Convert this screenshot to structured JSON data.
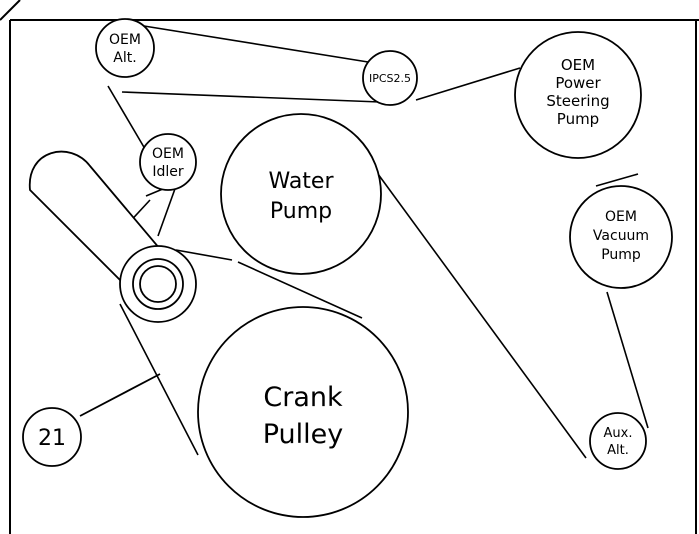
{
  "labels": {
    "oem_alt": [
      "OEM",
      "Alt."
    ],
    "ipcs": "IPCS2.5",
    "power_steering": [
      "OEM",
      "Power",
      "Steering",
      "Pump"
    ],
    "oem_idler": [
      "OEM",
      "Idler"
    ],
    "water_pump": [
      "Water",
      "Pump"
    ],
    "vacuum_pump": [
      "OEM",
      "Vacuum",
      "Pump"
    ],
    "crank_pulley": [
      "Crank",
      "Pulley"
    ],
    "aux_alt": [
      "Aux.",
      "Alt."
    ],
    "callout": "21"
  },
  "colors": {
    "line": "#000000",
    "background": "#ffffff"
  }
}
